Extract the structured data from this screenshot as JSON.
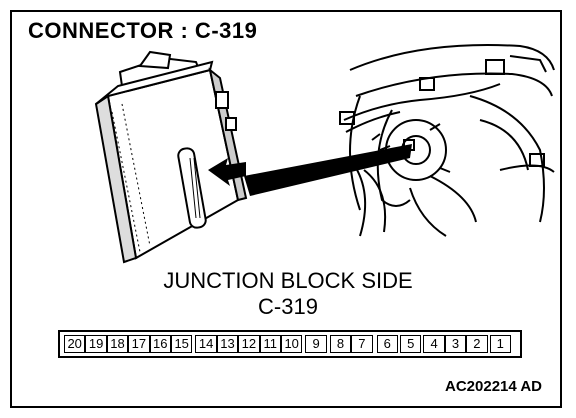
{
  "title": "CONNECTOR : C-319",
  "caption_line1": "JUNCTION BLOCK SIDE",
  "caption_line2": "C-319",
  "figure_code": "AC202214 AD",
  "pins": [
    "20",
    "19",
    "18",
    "17",
    "16",
    "15",
    "14",
    "13",
    "12",
    "11",
    "10",
    "9",
    "8",
    "7",
    "6",
    "5",
    "4",
    "3",
    "2",
    "1"
  ],
  "colors": {
    "ink": "#000000",
    "paper": "#ffffff"
  }
}
